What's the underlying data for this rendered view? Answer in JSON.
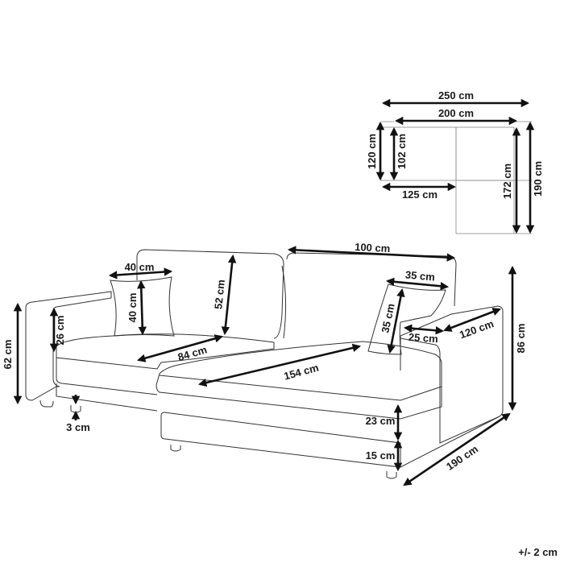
{
  "floor_plan": {
    "width_total": "250 cm",
    "width_back": "200 cm",
    "depth_left": "120 cm",
    "depth_left_inner": "102 cm",
    "depth_chaise_inner": "172 cm",
    "depth_chaise": "190 cm",
    "seat_width_left": "125 cm"
  },
  "sofa": {
    "pillow_width_left": "40 cm",
    "pillow_height_left": "40 cm",
    "armrest_height_left": "26 cm",
    "total_height_left": "62 cm",
    "backrest_height": "52 cm",
    "seat_depth": "84 cm",
    "leg_height": "3 cm",
    "back_cushion_width": "100 cm",
    "pillow_width_right": "35 cm",
    "pillow_height_right": "35 cm",
    "armrest_width": "25 cm",
    "armrest_length": "120 cm",
    "chaise_seat_length": "154 cm",
    "total_height": "86 cm",
    "cushion_height": "23 cm",
    "base_height": "15 cm",
    "chaise_length": "190 cm"
  },
  "tolerance": "+/- 2 cm"
}
